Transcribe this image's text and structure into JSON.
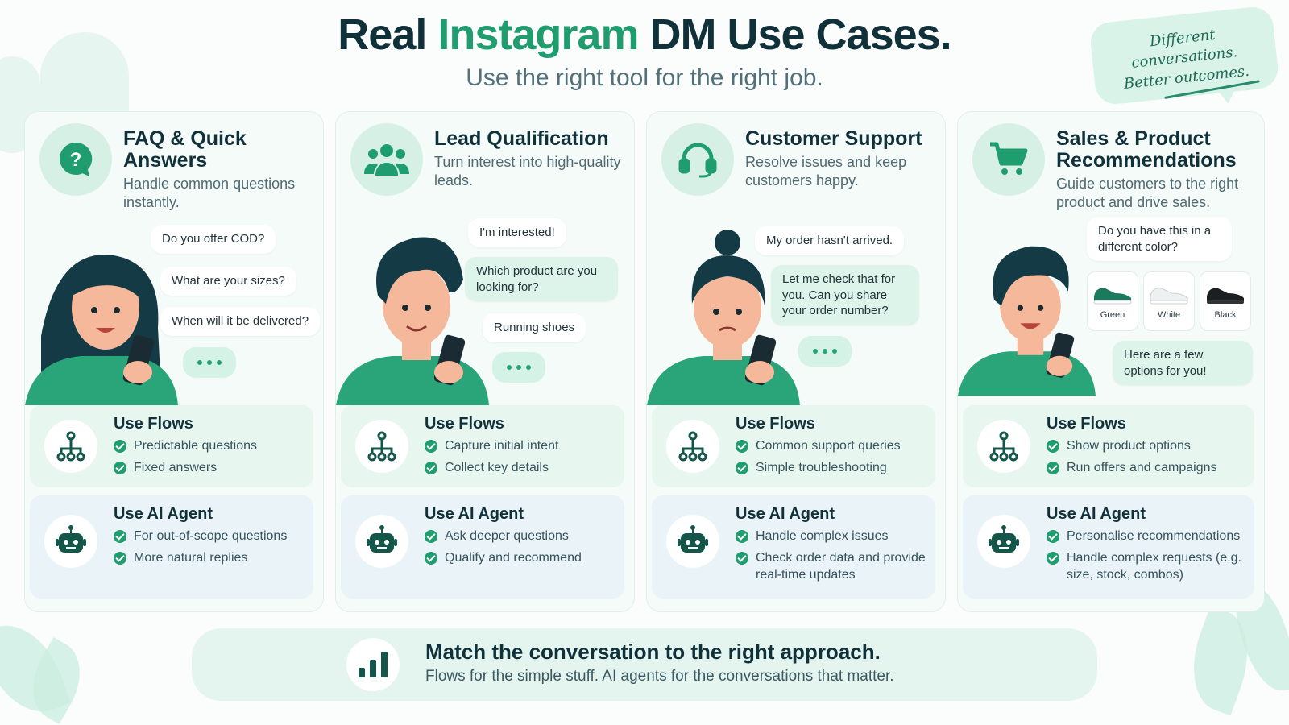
{
  "header": {
    "title_pre": "Real",
    "title_accent": "Instagram",
    "title_post": "DM Use Cases.",
    "subtitle": "Use the right tool for the right job."
  },
  "note": {
    "line1": "Different conversations.",
    "line2": "Better outcomes."
  },
  "cards": [
    {
      "title": "FAQ & Quick Answers",
      "desc": "Handle common questions instantly.",
      "icon": "question-bubble-icon",
      "bubbles": [
        "Do you offer COD?",
        "What are your sizes?",
        "When will it be delivered?"
      ],
      "flows": {
        "title": "Use Flows",
        "items": [
          "Predictable questions",
          "Fixed answers"
        ]
      },
      "agent": {
        "title": "Use AI Agent",
        "items": [
          "For out-of-scope questions",
          "More natural replies"
        ]
      }
    },
    {
      "title": "Lead Qualification",
      "desc": "Turn interest into high-quality leads.",
      "icon": "people-group-icon",
      "bubbles": [
        "I'm interested!",
        "Which product are you looking for?",
        "Running shoes"
      ],
      "flows": {
        "title": "Use Flows",
        "items": [
          "Capture initial intent",
          "Collect key details"
        ]
      },
      "agent": {
        "title": "Use AI Agent",
        "items": [
          "Ask deeper questions",
          "Qualify and recommend"
        ]
      }
    },
    {
      "title": "Customer Support",
      "desc": "Resolve issues and keep customers happy.",
      "icon": "headset-icon",
      "bubbles": [
        "My order hasn't arrived.",
        "Let me check that for you. Can you share your order number?"
      ],
      "flows": {
        "title": "Use Flows",
        "items": [
          "Common support queries",
          "Simple troubleshooting"
        ]
      },
      "agent": {
        "title": "Use AI Agent",
        "items": [
          "Handle complex issues",
          "Check order data and provide real-time updates"
        ]
      }
    },
    {
      "title": "Sales & Product Recommendations",
      "desc": "Guide customers to the right product and drive sales.",
      "icon": "shopping-cart-icon",
      "bubbles": [
        "Do you have this in a different color?",
        "Here are a few options for you!"
      ],
      "products": [
        "Green",
        "White",
        "Black"
      ],
      "flows": {
        "title": "Use Flows",
        "items": [
          "Show product options",
          "Run offers and campaigns"
        ]
      },
      "agent": {
        "title": "Use AI Agent",
        "items": [
          "Personalise recommendations",
          "Handle complex requests (e.g. size, stock, combos)"
        ]
      }
    }
  ],
  "footer": {
    "title": "Match the conversation to the right approach.",
    "subtitle": "Flows for the simple stuff. AI agents for the conversations that matter."
  },
  "colors": {
    "accent": "#1f9d6e",
    "dark": "#10313a",
    "mint": "#d7f0e6",
    "shoe_green": "#1b7a5c",
    "shoe_white": "#f2f4f4",
    "shoe_black": "#1b1f22"
  }
}
